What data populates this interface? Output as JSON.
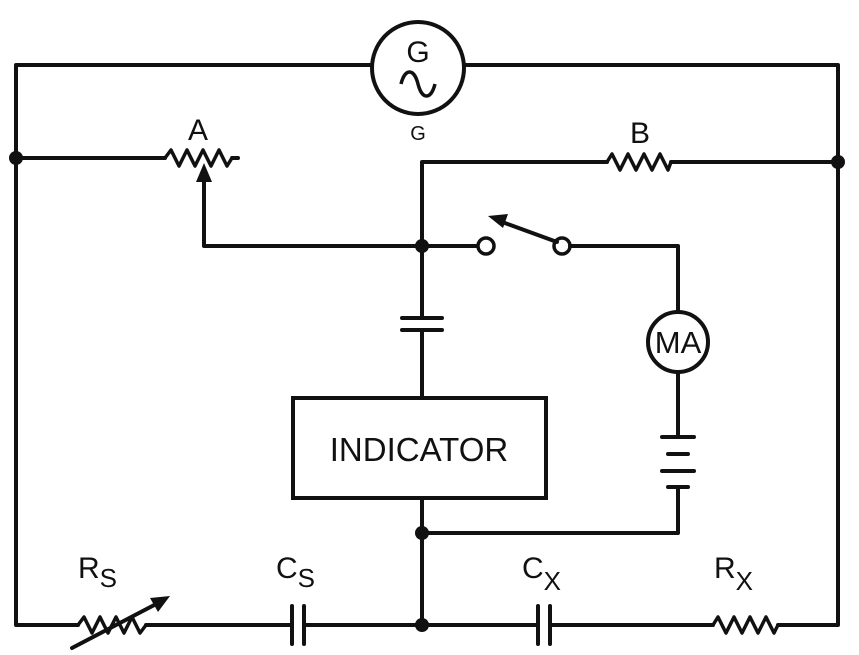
{
  "labels": {
    "generator_symbol": "G",
    "generator_caption": "G",
    "resistor_a": "A",
    "resistor_b": "B",
    "milliammeter": "MA",
    "indicator": "INDICATOR",
    "rs_main": "R",
    "rs_sub": "S",
    "cs_main": "C",
    "cs_sub": "S",
    "cx_main": "C",
    "cx_sub": "X",
    "rx_main": "R",
    "rx_sub": "X"
  }
}
